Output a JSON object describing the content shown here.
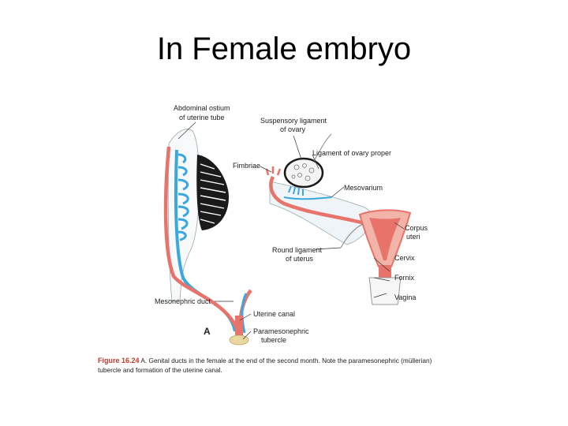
{
  "slide": {
    "title": "In Female embryo"
  },
  "figure": {
    "panel_letter": "A",
    "labels": {
      "abdominal_ostium_1": "Abdominal ostium",
      "abdominal_ostium_2": "of uterine tube",
      "suspensory_1": "Suspensory ligament",
      "suspensory_2": "of ovary",
      "ligament_ovary_proper": "Ligament of ovary proper",
      "fimbriae": "Fimbriae",
      "mesovarium": "Mesovarium",
      "corpus_1": "Corpus",
      "corpus_2": "uteri",
      "round_ligament_1": "Round ligament",
      "round_ligament_2": "of uterus",
      "cervix": "Cervix",
      "fornix": "Fornix",
      "vagina": "Vagina",
      "mesonephric_duct": "Mesonephric duct",
      "uterine_canal": "Uterine canal",
      "paramesonephric_1": "Paramesonephric",
      "paramesonephric_2": "tubercle"
    },
    "caption": {
      "figure_no": "Figure 16.24",
      "line1": "A. Genital ducts in the female at the end of the second month. Note the paramesonephric (müllerian)",
      "line2": "tubercle and formation of the uterine canal."
    },
    "colors": {
      "duct_red": "#e8736a",
      "duct_blue": "#3aa7dd",
      "gonad_dark": "#1a1a1a",
      "caption_red": "#c0392b"
    }
  }
}
